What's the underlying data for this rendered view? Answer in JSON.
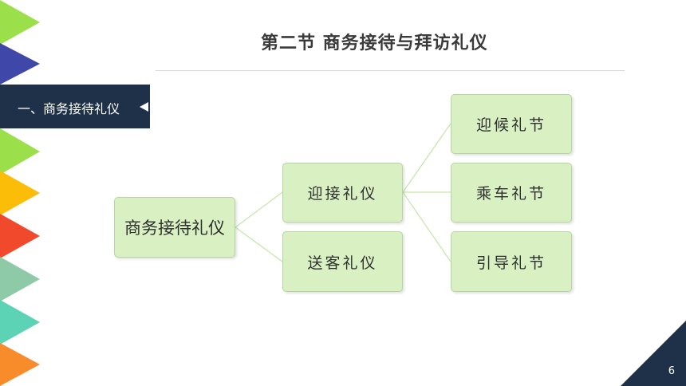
{
  "title": "第二节  商务接待与拜访礼仪",
  "section_tab": {
    "label": "一、商务接待礼仪"
  },
  "diagram": {
    "root": "商务接待礼仪",
    "branches": [
      {
        "label": "迎接礼仪",
        "children": [
          "迎候礼节",
          "乘车礼节",
          "引导礼节"
        ]
      },
      {
        "label": "送客礼仪",
        "children": []
      }
    ]
  },
  "page_number": "6",
  "colors": {
    "node_fill": "#d9f0c3",
    "node_border": "#b5d6a0",
    "connector": "#c5e6a9",
    "navy": "#1f3148",
    "side_triangles": [
      "#9be04a",
      "#3f48a8",
      "#9be04a",
      "#fbbd08",
      "#f0492b",
      "#8fcaa8",
      "#5cd3b4",
      "#f98c2a"
    ]
  }
}
